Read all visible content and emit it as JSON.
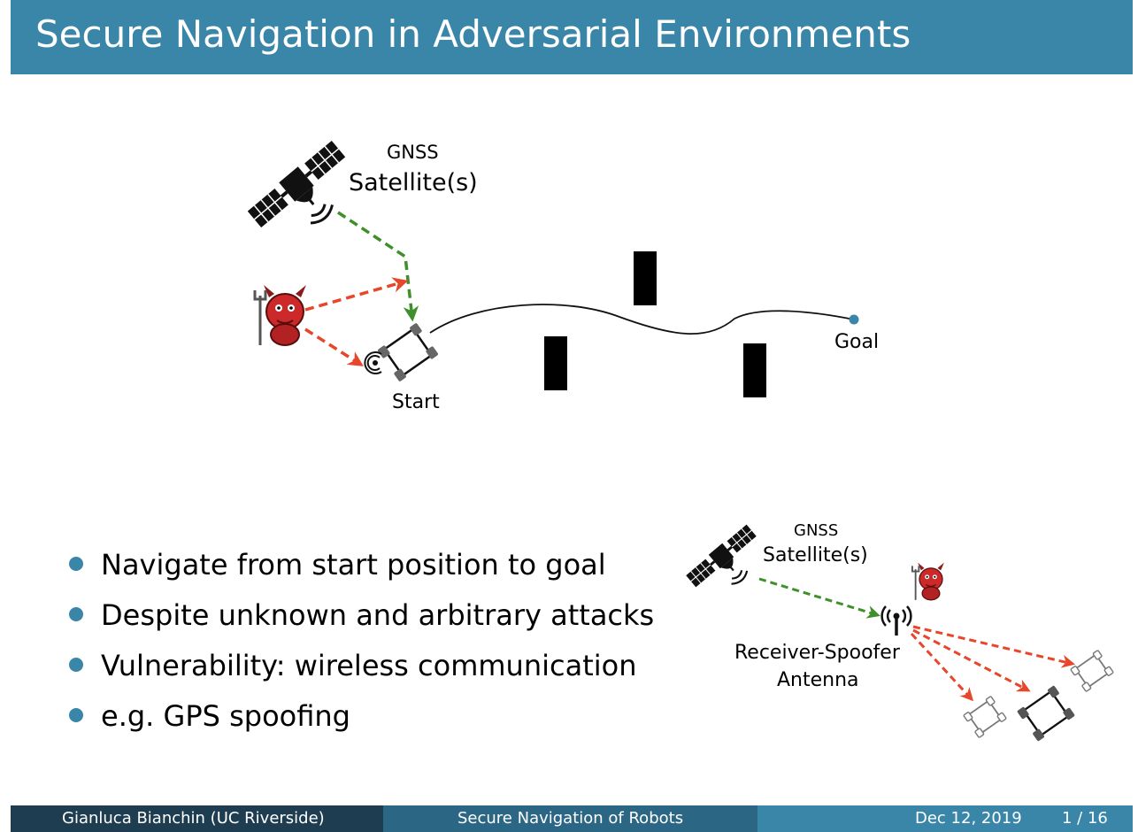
{
  "title": "Secure Navigation in Adversarial Environments",
  "diagram_top": {
    "gnss_label": "GNSS",
    "satellite_label": "Satellite(s)",
    "start_label": "Start",
    "goal_label": "Goal"
  },
  "diagram_bottom": {
    "gnss_label": "GNSS",
    "satellite_label": "Satellite(s)",
    "antenna_label_line1": "Receiver-Spoofer",
    "antenna_label_line2": "Antenna"
  },
  "bullets": [
    "Navigate from start position to goal",
    "Despite unknown and arbitrary attacks",
    "Vulnerability: wireless communication",
    "e.g. GPS spoofing"
  ],
  "footer": {
    "author": "Gianluca Bianchin  (UC Riverside)",
    "short_title": "Secure Navigation of Robots",
    "date": "Dec 12, 2019",
    "page": "1 / 16"
  },
  "colors": {
    "header": "#3a86a8",
    "bullet": "#3a86a8",
    "attack_arrow": "#e8462a",
    "gnss_arrow": "#3f8f2a",
    "goal_dot": "#3a86a8"
  }
}
